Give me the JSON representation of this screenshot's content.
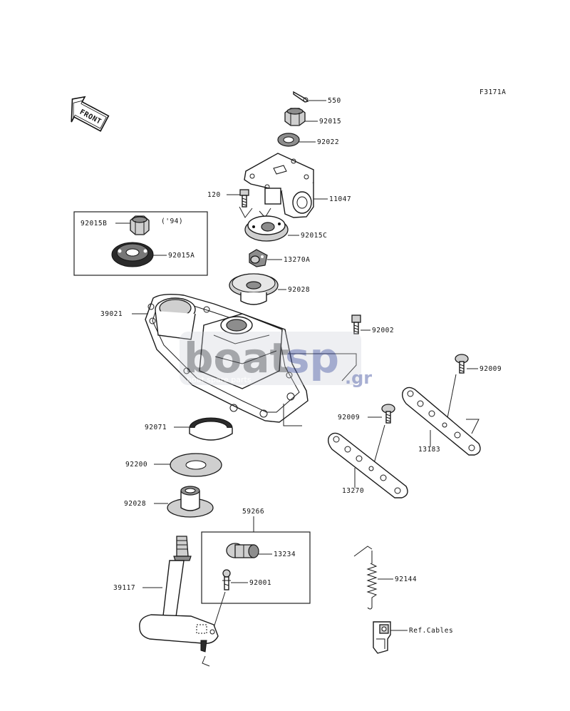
{
  "code": "F3171A",
  "front": "FRONT",
  "note": "('94)",
  "ref_cables": "Ref.Cables",
  "watermark": {
    "brand_a": "boat",
    "brand_b": "sp",
    "tld": ".gr",
    "tagline": "boat spare parts"
  },
  "labels": {
    "p550": "550",
    "p92015": "92015",
    "p92022": "92022",
    "p11047": "11047",
    "p120": "120",
    "p92015C": "92015C",
    "p92015B": "92015B",
    "p92015A": "92015A",
    "p13270A": "13270A",
    "p92028a": "92028",
    "p39021": "39021",
    "p92002": "92002",
    "p92009a": "92009",
    "p92009b": "92009",
    "p13183": "13183",
    "p13270": "13270",
    "p92071": "92071",
    "p92200": "92200",
    "p92028b": "92028",
    "p59266": "59266",
    "p13234": "13234",
    "p92001": "92001",
    "p39117": "39117",
    "p92144": "92144"
  }
}
